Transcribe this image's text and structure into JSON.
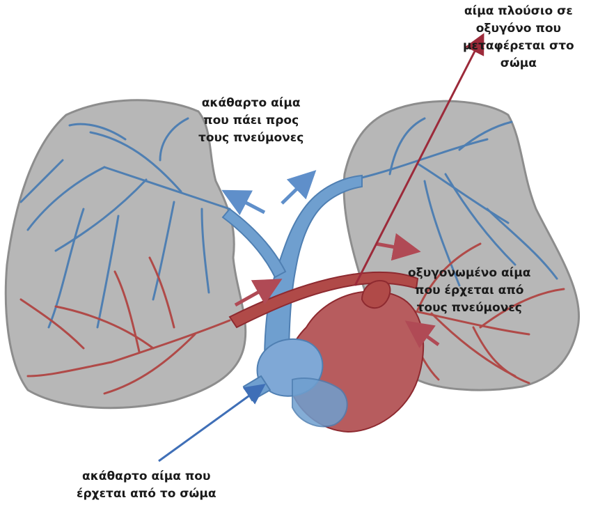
{
  "colors": {
    "lung_fill": "#b7b7b7",
    "lung_edge": "#8d8d8d",
    "deoxygenated": "#6f9fcf",
    "deoxygenated_dark": "#4f7fb2",
    "oxygenated": "#b04a48",
    "oxygenated_dark": "#8e2a30",
    "arrow_blue": "#3f6fb7",
    "arrow_red": "#9c2a3a"
  },
  "labels": {
    "oxygen_rich_to_body": [
      "αίμα πλούσιο σε",
      "οξυγόνο που",
      "μεταφέρεται στο",
      "σώμα"
    ],
    "impure_to_lungs": [
      "ακάθαρτο αίμα",
      "που πάει προς",
      "τους πνεύμονες"
    ],
    "oxygenated_from_lungs": [
      "οξυγονωμένο αίμα",
      "που έρχεται από",
      "τους πνεύμονες"
    ],
    "impure_from_body": [
      "ακάθαρτο αίμα που",
      "έρχεται από το σώμα"
    ]
  }
}
